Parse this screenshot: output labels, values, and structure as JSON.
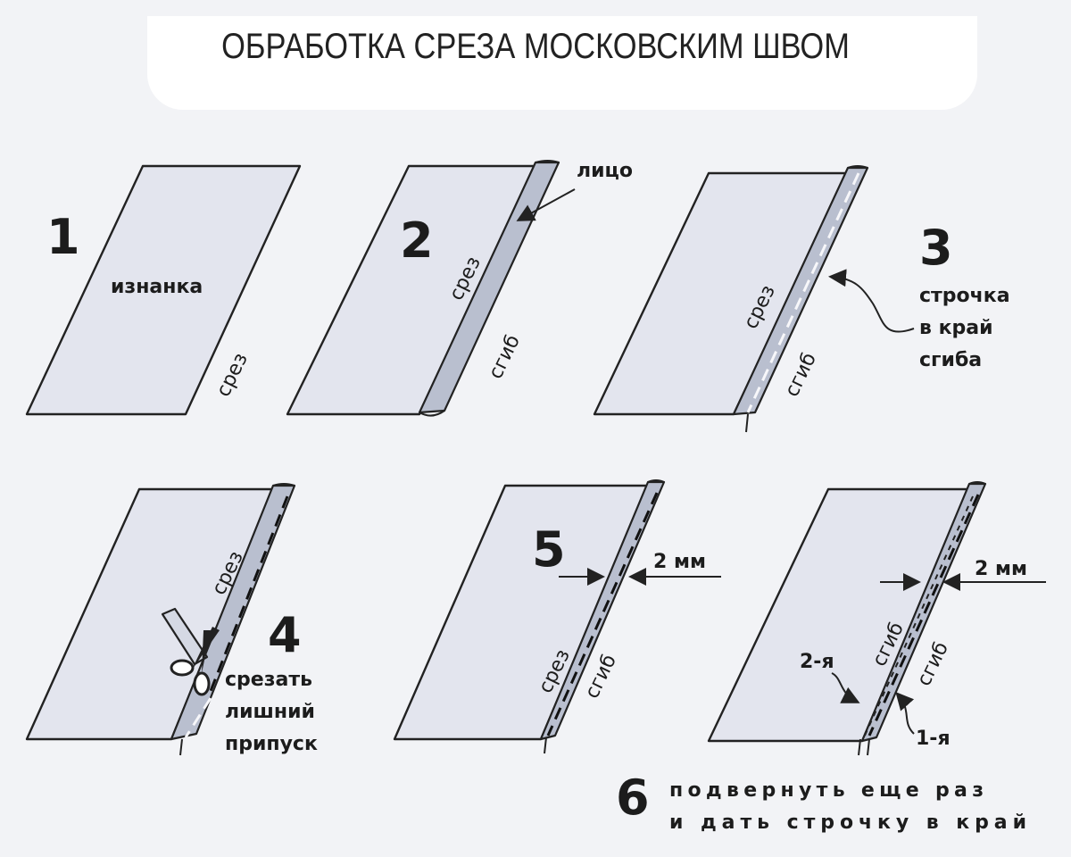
{
  "title": "ОБРАБОТКА СРЕЗА МОСКОВСКИМ ШВОМ",
  "steps": [
    {
      "number": "1",
      "labels": {
        "wrong_side": "изнанка",
        "raw_edge": "срез"
      }
    },
    {
      "number": "2",
      "labels": {
        "right_side": "лицо",
        "raw_edge": "срез",
        "fold": "сгиб"
      }
    },
    {
      "number": "3",
      "labels": {
        "raw_edge": "срез",
        "fold": "сгиб"
      },
      "caption": [
        "строчка",
        "в край",
        "сгиба"
      ]
    },
    {
      "number": "4",
      "labels": {
        "raw_edge": "срез"
      },
      "caption": [
        "срезать",
        "лишний",
        "припуск"
      ],
      "icon": "scissors-icon"
    },
    {
      "number": "5",
      "labels": {
        "raw_edge": "срез",
        "fold": "сгиб",
        "distance": "2 мм"
      }
    },
    {
      "number": "6",
      "labels": {
        "fold_a": "сгиб",
        "fold_b": "сгиб",
        "distance": "2 мм",
        "second_stitch": "2-я",
        "first_stitch": "1-я"
      },
      "caption": [
        "подвернуть еще раз",
        "и дать строчку в край"
      ]
    }
  ]
}
